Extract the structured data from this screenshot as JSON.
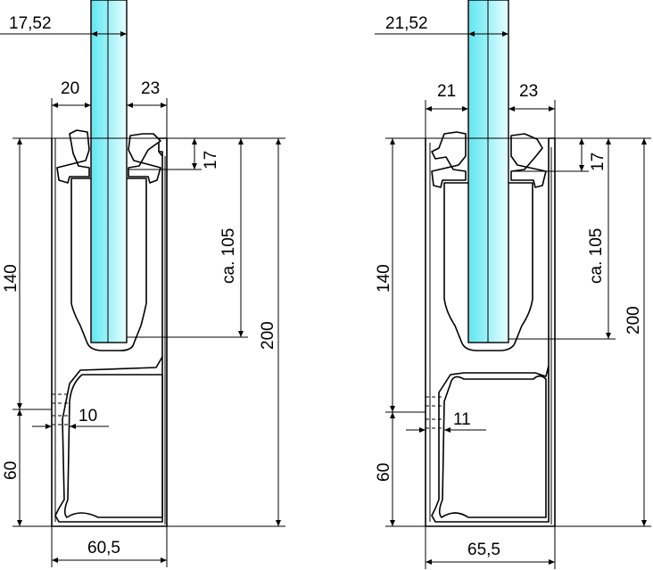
{
  "title": "Glass balustrade base profile cross-sections",
  "colors": {
    "glass": "#5fe6f0",
    "glass_light": "#e8feff",
    "line": "#000000"
  },
  "left_section": {
    "glass_thickness": "17,52",
    "left_clearance": "20",
    "right_clearance": "23",
    "clamp_depth": "17",
    "insertion_depth": "ca. 105",
    "upper_height": "140",
    "lower_height": "60",
    "total_height": "200",
    "gap": "10",
    "base_width": "60,5"
  },
  "right_section": {
    "glass_thickness": "21,52",
    "left_clearance": "21",
    "right_clearance": "23",
    "clamp_depth": "17",
    "insertion_depth": "ca. 105",
    "upper_height": "140",
    "lower_height": "60",
    "total_height": "200",
    "gap": "11",
    "base_width": "65,5"
  }
}
